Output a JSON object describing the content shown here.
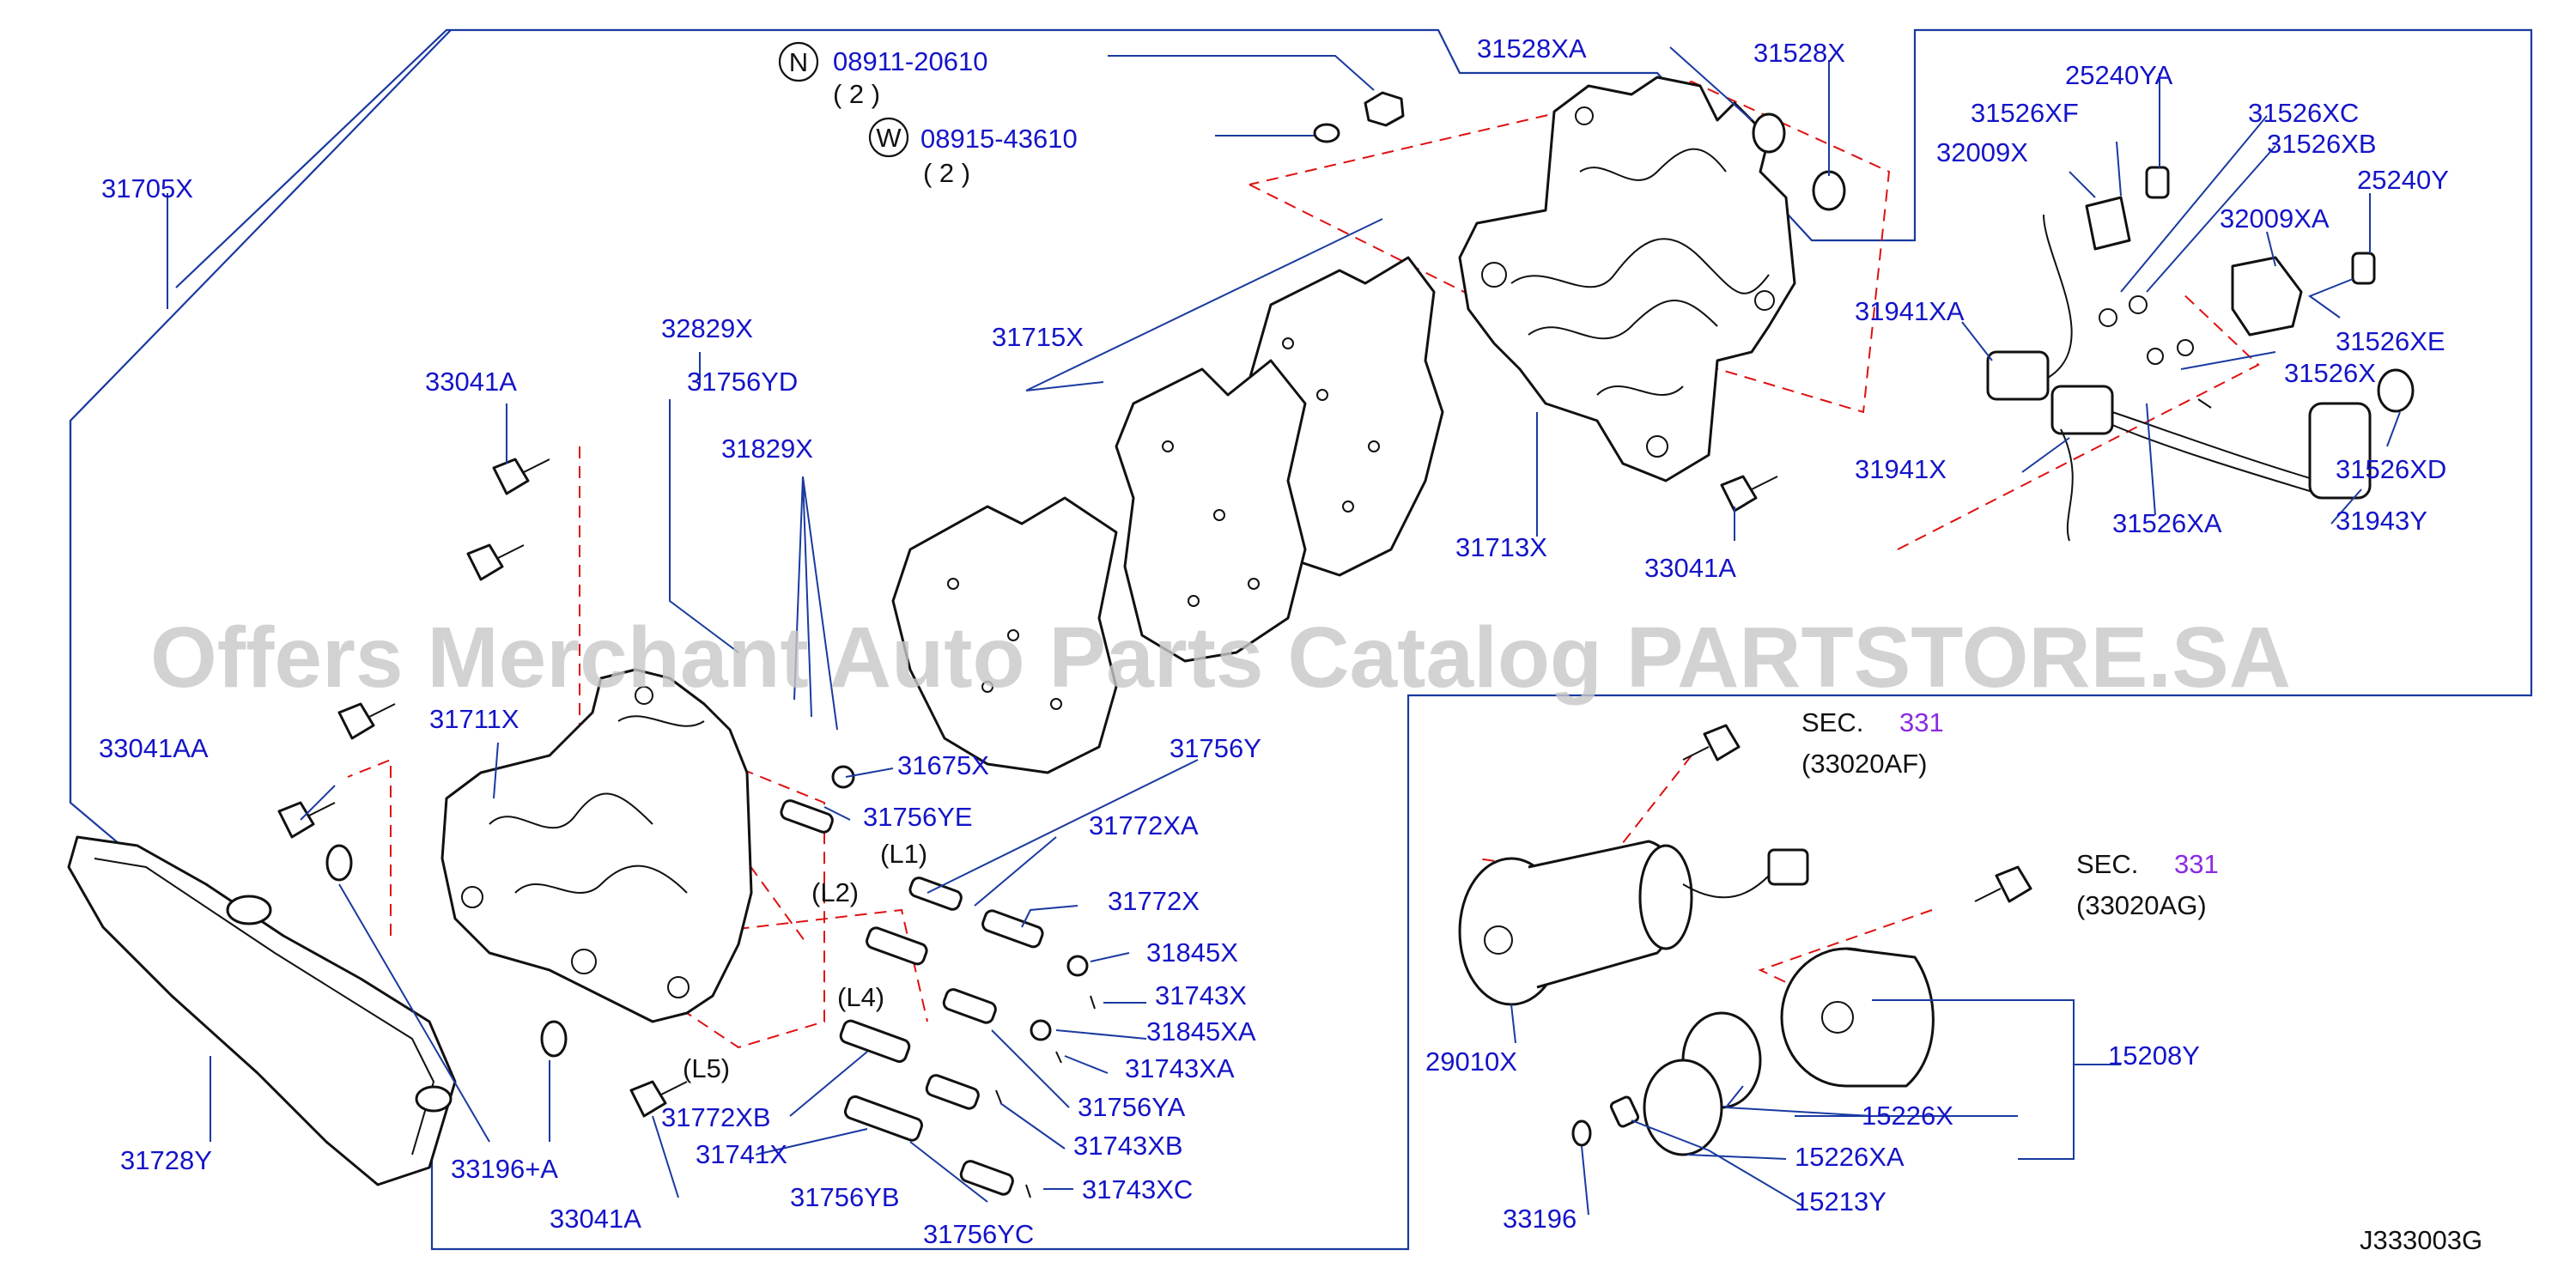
{
  "labels": {
    "l31705X": "31705X",
    "l08911": "08911-20610",
    "l08911_qty": "( 2 )",
    "l08915": "08915-43610",
    "l08915_qty": "( 2 )",
    "circle_n": "N",
    "circle_w": "W",
    "l31528XA": "31528XA",
    "l31528X": "31528X",
    "l25240YA": "25240YA",
    "l31526XF": "31526XF",
    "l31526XC": "31526XC",
    "l32009X": "32009X",
    "l31526XB": "31526XB",
    "l25240Y": "25240Y",
    "l32009XA": "32009XA",
    "l31941XA": "31941XA",
    "l31526XE": "31526XE",
    "l31526X": "31526X",
    "l31941X": "31941X",
    "l31526XD": "31526XD",
    "l31526XA": "31526XA",
    "l31943Y": "31943Y",
    "l32829X": "32829X",
    "l31715X": "31715X",
    "l33041A_1": "33041A",
    "l31756YD": "31756YD",
    "l31829X": "31829X",
    "l31713X": "31713X",
    "l33041A_2": "33041A",
    "l31711X": "31711X",
    "l33041AA": "33041AA",
    "l31675X": "31675X",
    "l31756Y": "31756Y",
    "l31756YE": "31756YE",
    "l31772XA": "31772XA",
    "tag_L1": "(L1)",
    "tag_L2": "(L2)",
    "l31772X": "31772X",
    "l31845X": "31845X",
    "l31743X": "31743X",
    "tag_L4": "(L4)",
    "l31845XA": "31845XA",
    "tag_L5": "(L5)",
    "l31743XA": "31743XA",
    "l31756YA": "31756YA",
    "l31772XB": "31772XB",
    "l31743XB": "31743XB",
    "l31741X": "31741X",
    "l31728Y": "31728Y",
    "l33196A": "33196+A",
    "l31756YB": "31756YB",
    "l31743XC": "31743XC",
    "l33041A_3": "33041A",
    "l31756YC": "31756YC",
    "sec1": "SEC.",
    "sec1_num": "331",
    "sec1_ref": "(33020AF)",
    "sec2": "SEC.",
    "sec2_num": "331",
    "sec2_ref": "(33020AG)",
    "l29010X": "29010X",
    "l15208Y": "15208Y",
    "l15226X": "15226X",
    "l15226XA": "15226XA",
    "l33196": "33196",
    "l15213Y": "15213Y",
    "diagram_code": "J333003G"
  },
  "watermark": "Offers Merchant Auto Parts Catalog PARTSTORE.SA",
  "colors": {
    "label": "#1414c8",
    "leader": "#1a3aa0",
    "dashed": "#e01010",
    "part_outline": "#111111",
    "section_ref": "#8a2be2",
    "watermark": "#c8c8c8"
  }
}
